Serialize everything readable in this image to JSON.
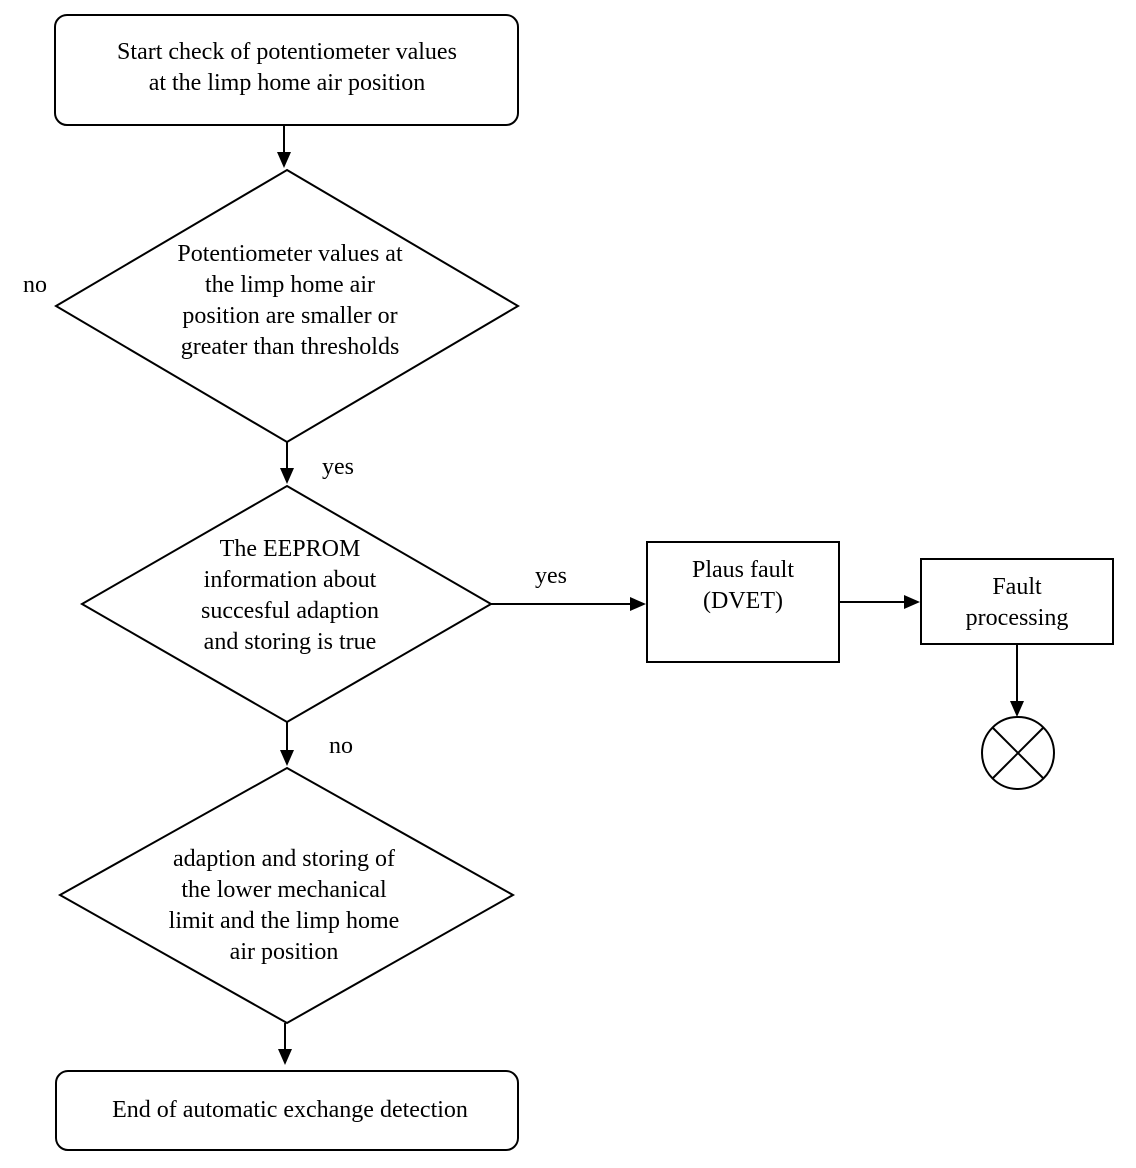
{
  "start_box": {
    "lines": [
      "Start check of potentiometer values",
      "at the limp home air position"
    ]
  },
  "decision_threshold": {
    "lines": [
      "Potentiometer values at",
      "the limp home air",
      "position are smaller or",
      "greater than thresholds"
    ],
    "no_label": "no",
    "yes_label": "yes"
  },
  "decision_eeprom": {
    "lines": [
      "The EEPROM",
      "information about",
      "succesful adaption",
      "and storing is true"
    ],
    "yes_label": "yes",
    "no_label": "no"
  },
  "plaus_fault_box": {
    "lines": [
      "Plaus fault",
      "(DVET)"
    ]
  },
  "fault_processing_box": {
    "lines": [
      "Fault",
      "processing"
    ]
  },
  "terminator_symbol": {
    "icon": "circled-x-icon"
  },
  "decision_adaption": {
    "lines": [
      "adaption and storing of",
      "the lower mechanical",
      "limit and the limp home",
      "air position"
    ]
  },
  "end_box": {
    "lines": [
      "End of automatic exchange detection"
    ]
  }
}
